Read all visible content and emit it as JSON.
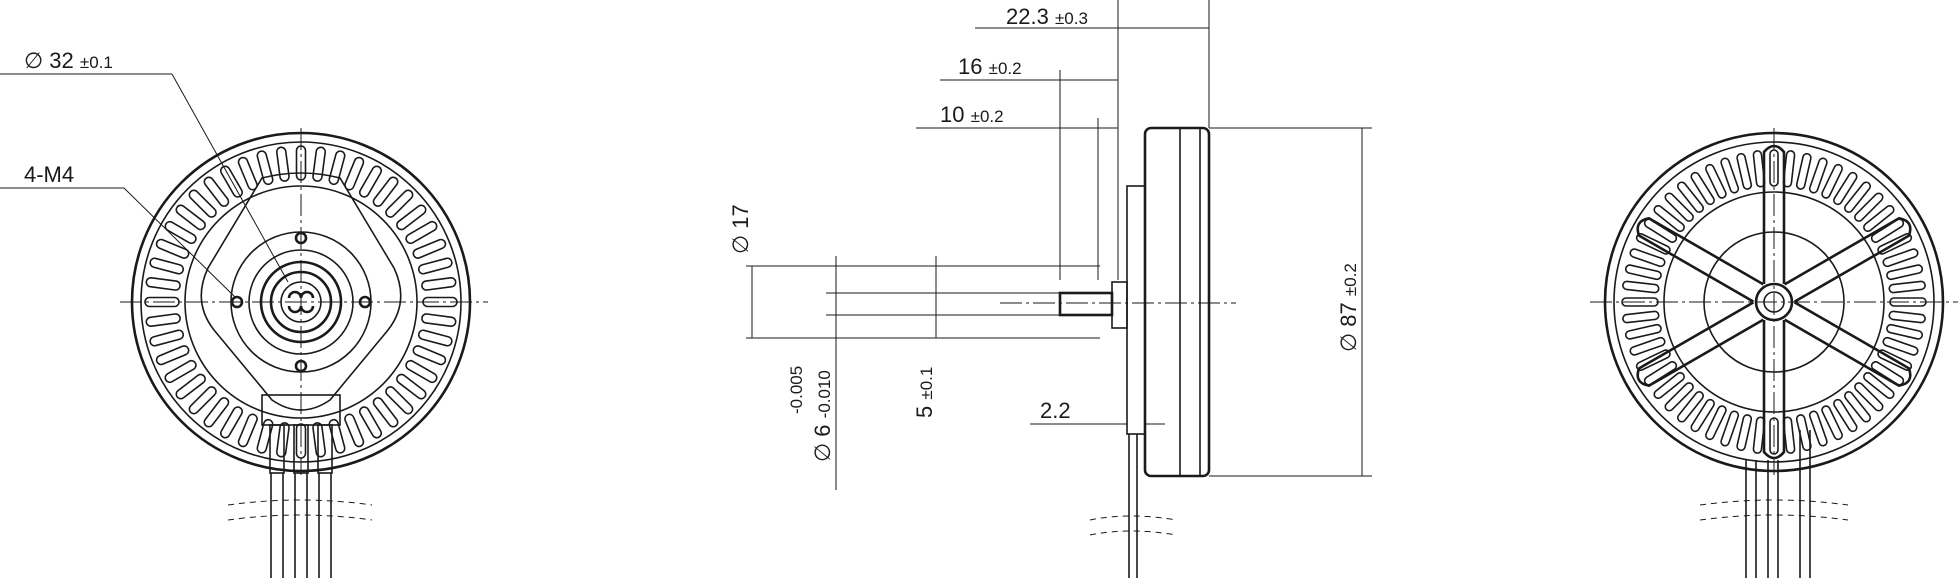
{
  "dimensions": {
    "shaft_bore": {
      "symbol": "∅",
      "value": "32",
      "tol": "±0.1"
    },
    "mount_threads": {
      "text": "4-M4"
    },
    "overall_length": {
      "value": "22.3",
      "tol": "±0.3"
    },
    "shaft_step_16": {
      "value": "16",
      "tol": "±0.2"
    },
    "shaft_step_10": {
      "value": "10",
      "tol": "±0.2"
    },
    "boss_diameter": {
      "symbol": "∅",
      "value": "17"
    },
    "shaft_diameter": {
      "symbol": "∅",
      "value": "6",
      "tol_upper": "-0.005",
      "tol_lower": "-0.010"
    },
    "shaft_length": {
      "value": "5",
      "tol": "±0.1"
    },
    "flange_thickness": {
      "value": "2.2"
    },
    "outer_diameter": {
      "symbol": "∅",
      "value": "87",
      "tol": "±0.2"
    }
  }
}
